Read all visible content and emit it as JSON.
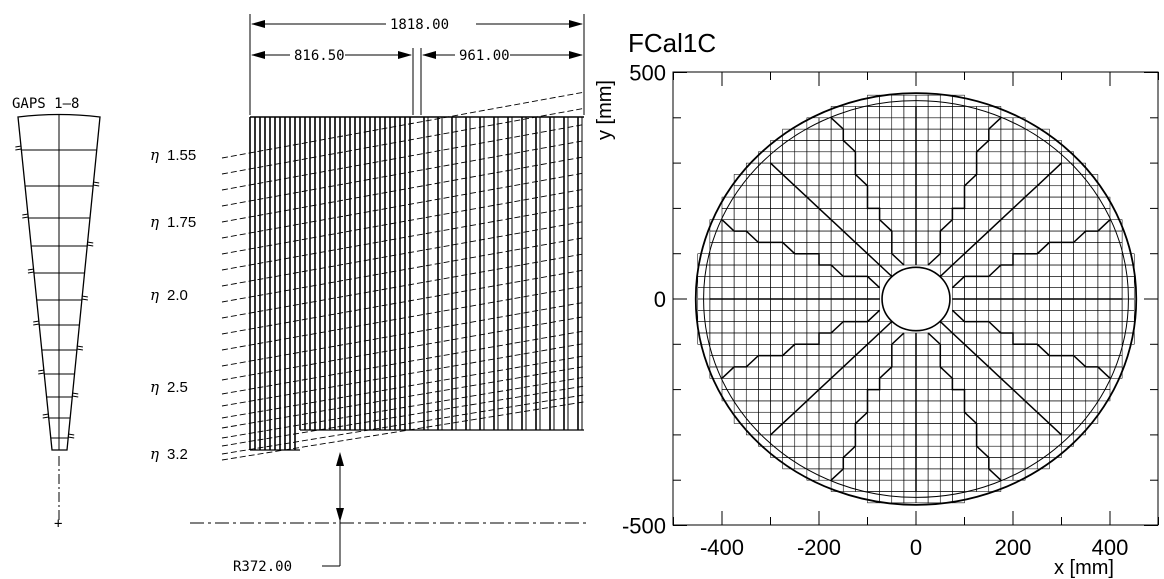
{
  "gap_panel": {
    "label": "GAPS 1–8"
  },
  "cross_section": {
    "dimensions": {
      "total": "1818.00",
      "left": "816.50",
      "right": "961.00",
      "radius": "R372.00"
    },
    "eta_labels": [
      {
        "symbol": "η",
        "value": "1.55"
      },
      {
        "symbol": "η",
        "value": "1.75"
      },
      {
        "symbol": "η",
        "value": "2.0"
      },
      {
        "symbol": "η",
        "value": "2.5"
      },
      {
        "symbol": "η",
        "value": "3.2"
      }
    ]
  },
  "fcal_map": {
    "title": "FCal1C",
    "xlabel": "x [mm]",
    "ylabel": "y [mm]",
    "xlim": [
      -500,
      500
    ],
    "ylim": [
      -500,
      500
    ],
    "x_ticks": [
      "-400",
      "-200",
      "0",
      "200",
      "400"
    ],
    "y_ticks": [
      "500",
      "0",
      "-500"
    ],
    "outer_radius_mm": 450,
    "inner_radius_mm": 70
  }
}
